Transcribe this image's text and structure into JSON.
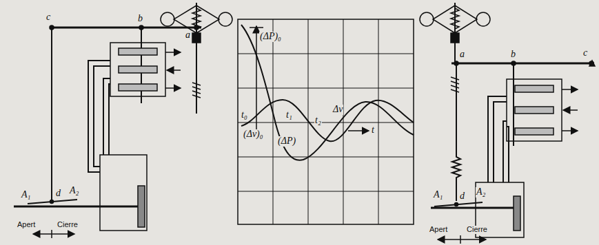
{
  "diagram": {
    "labels": [
      "c",
      "b",
      "a",
      "A₁",
      "d",
      "A₂",
      "Apert",
      "Cierre",
      "(ΔP)₀",
      "t₀",
      "(Δv)₀",
      "t₁",
      "t₂",
      "Δv",
      "(ΔP)",
      "t",
      "a",
      "b",
      "c",
      "A₁",
      "d",
      "A₂",
      "Apert",
      "Cierre"
    ]
  }
}
